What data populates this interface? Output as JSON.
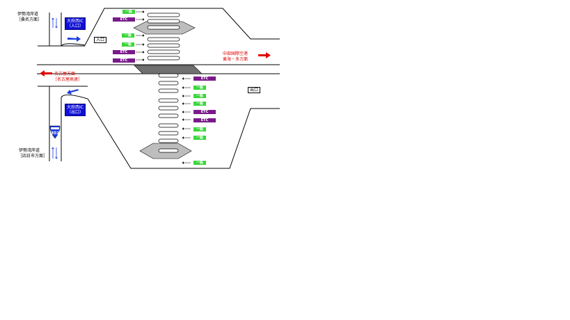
{
  "labels": {
    "ise_top": "伊勢湾岸道",
    "ise_top_dir": "［桑名方面］",
    "ise_bottom": "伊勢湾岸道",
    "ise_bottom_dir": "［四日市方面］",
    "nagoya": "名古屋方面",
    "nagoya_sub": "［名古屋高速］",
    "chubu": "中部国際空港",
    "chubu_sub": "東海・多方面"
  },
  "signs": {
    "entrance_line1": "大府西IC",
    "entrance_line2": "（入口）",
    "exit_line1": "大府西IC",
    "exit_line2": "（出口）"
  },
  "boxes": {
    "entrance": "入口",
    "exit": "出口"
  },
  "route": {
    "number": "302"
  },
  "badges": {
    "ippan": "一般",
    "etc": "ETC"
  },
  "lanes_top": [
    "ippan",
    "etc",
    "ippan",
    "ippan",
    "etc",
    "etc"
  ],
  "lanes_bottom": [
    "etc",
    "ippan",
    "ippan",
    "ippan",
    "etc",
    "etc",
    "ippan",
    "ippan",
    "ippan"
  ],
  "colors": {
    "ippan": "#3ad63a",
    "etc": "#7a1a8a",
    "arrow_red": "#e00000",
    "arrow_blue": "#1a3adf",
    "sign_blue": "#0f0fd6",
    "plaza_gray": "#bdbdbd"
  }
}
